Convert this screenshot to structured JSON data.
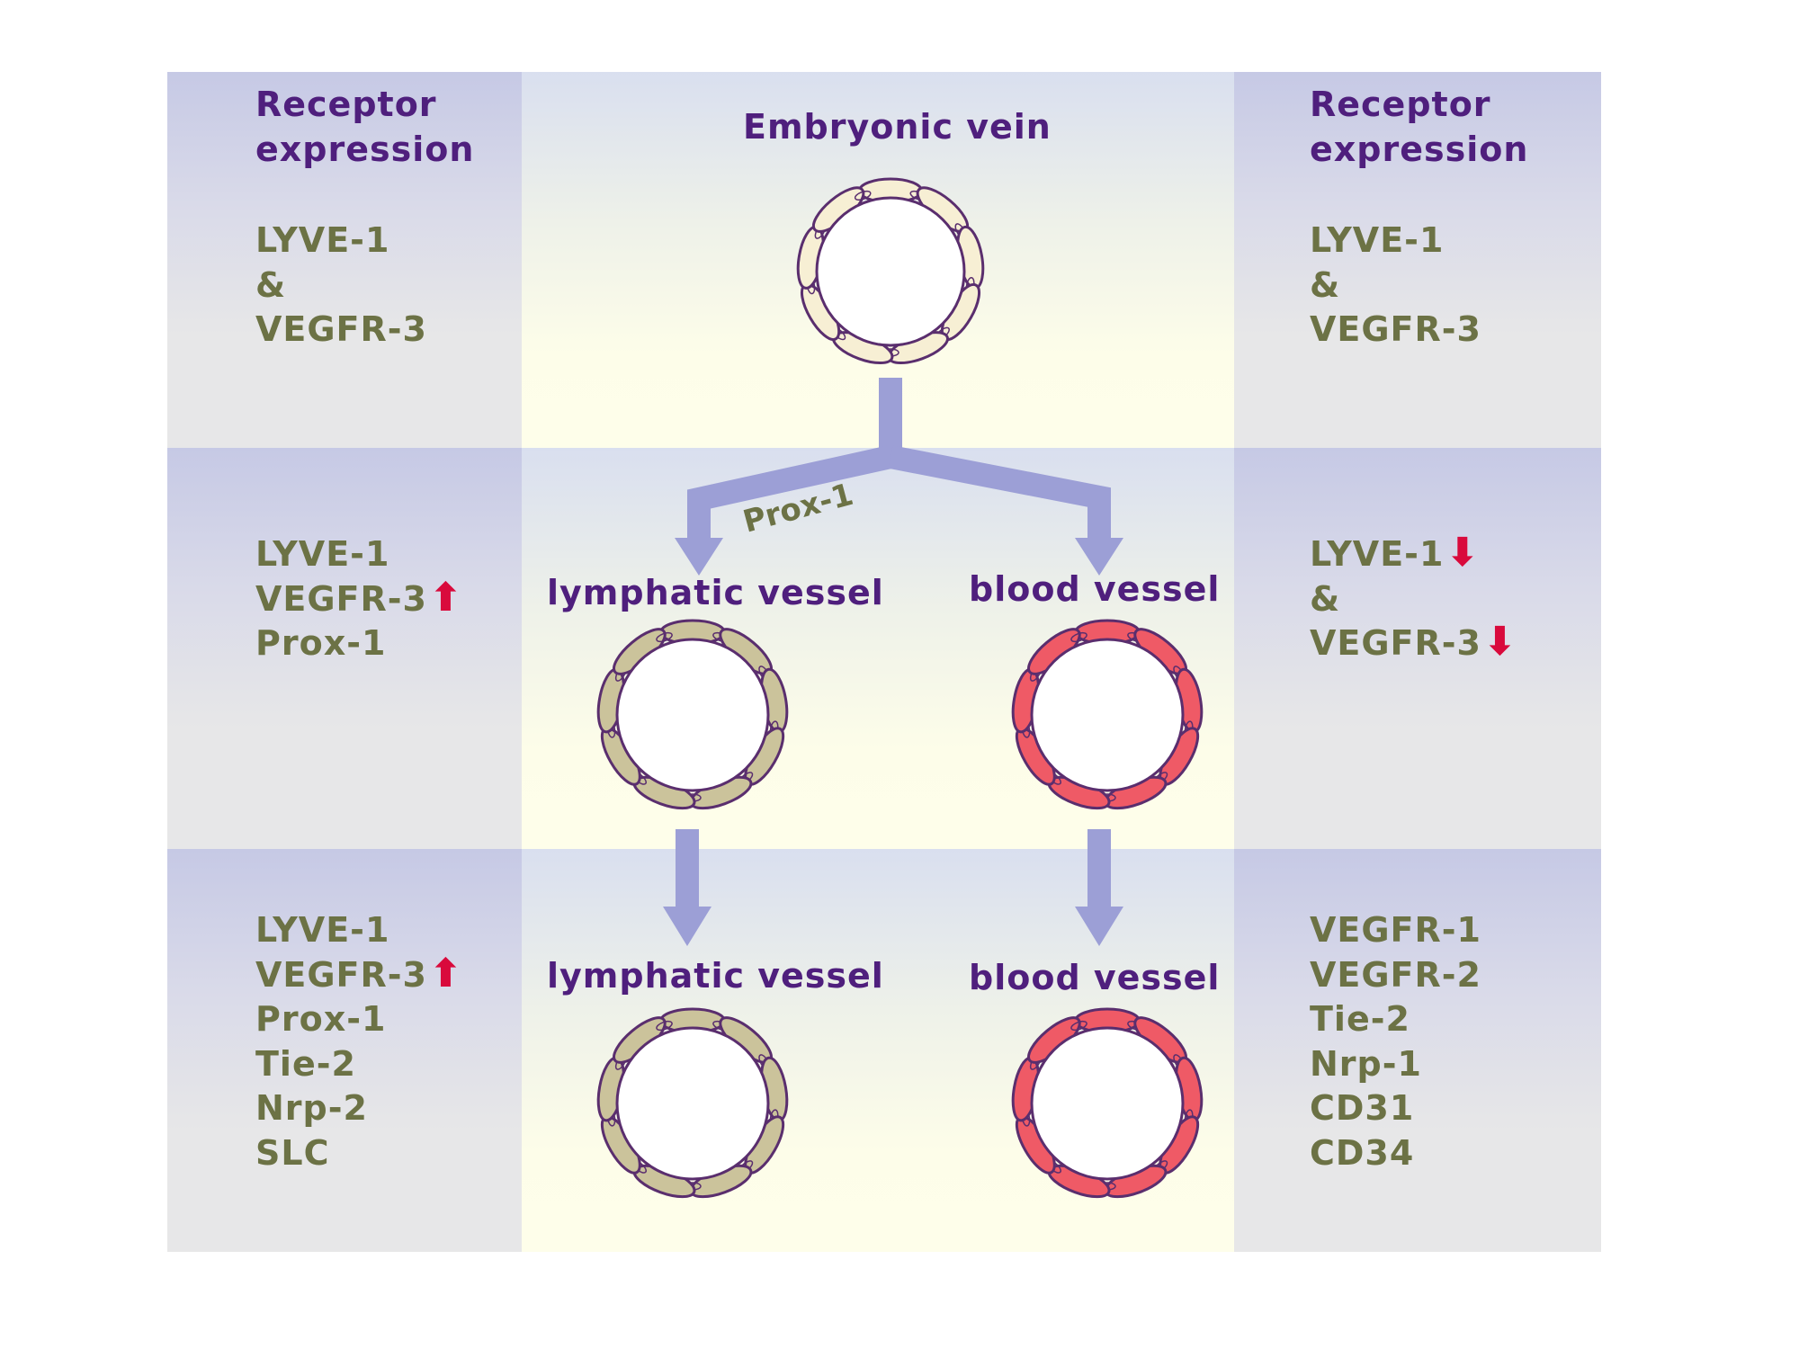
{
  "left": {
    "header": [
      "Receptor",
      "expression"
    ],
    "row1": [
      "LYVE-1",
      "&",
      "VEGFR-3"
    ],
    "row2": [
      {
        "label": "LYVE-1"
      },
      {
        "label": "VEGFR-3",
        "arrow": "up"
      },
      {
        "label": "Prox-1"
      }
    ],
    "row3": [
      {
        "label": "LYVE-1"
      },
      {
        "label": "VEGFR-3",
        "arrow": "up"
      },
      {
        "label": "Prox-1"
      },
      {
        "label": "Tie-2"
      },
      {
        "label": "Nrp-2"
      },
      {
        "label": "SLC"
      }
    ]
  },
  "right": {
    "header": [
      "Receptor",
      "expression"
    ],
    "row1": [
      "LYVE-1",
      "&",
      "VEGFR-3"
    ],
    "row2": [
      {
        "label": "LYVE-1",
        "arrow": "down"
      },
      {
        "label": "&"
      },
      {
        "label": "VEGFR-3",
        "arrow": "down"
      }
    ],
    "row3": [
      {
        "label": "VEGFR-1"
      },
      {
        "label": "VEGFR-2"
      },
      {
        "label": "Tie-2"
      },
      {
        "label": "Nrp-1"
      },
      {
        "label": "CD31"
      },
      {
        "label": "CD34"
      }
    ]
  },
  "center": {
    "embryonic_vein": "Embryonic vein",
    "prox_label": "Prox-1",
    "lymphatic_vessel_1": "lymphatic vessel",
    "blood_vessel_1": "blood vessel",
    "lymphatic_vessel_2": "lymphatic vessel",
    "blood_vessel_2": "blood vessel"
  },
  "colors": {
    "heading": "#4f1f7d",
    "receptor_text": "#6c7245",
    "arrow_flow": "#9c9fd6",
    "regulation_arrow": "#d90a3c",
    "embryonic_cell_fill": "#f7efd4",
    "lymphatic_cell_fill": "#cbc39b",
    "blood_cell_fill": "#ef5a66",
    "vessel_outline": "#5a2e6e"
  },
  "icons": {
    "up": "up-arrow-icon",
    "down": "down-arrow-icon"
  }
}
